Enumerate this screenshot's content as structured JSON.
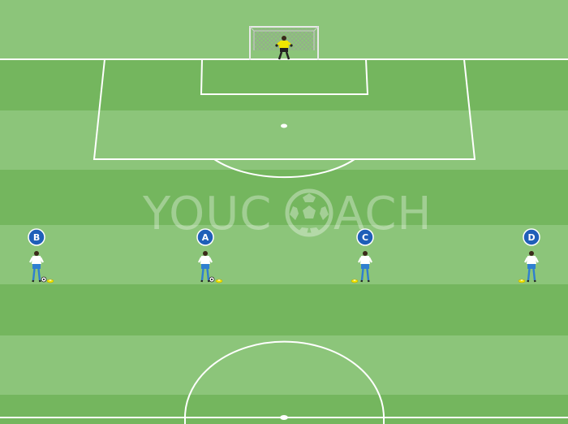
{
  "watermark": {
    "text_left": "YOUC",
    "text_right": "ACH"
  },
  "colors": {
    "grass_light": "#8cc57a",
    "grass_dark": "#74b65e",
    "lines": "#ffffff",
    "player_label_fill": "#1f5fb8",
    "cone": "#f2e600",
    "goalkeeper_shirt": "#f0e600",
    "player_shirt": "#ffffff",
    "player_shorts": "#2f7fd0"
  },
  "players": [
    {
      "label": "B",
      "has_ball": true
    },
    {
      "label": "A",
      "has_ball": true
    },
    {
      "label": "C",
      "has_ball": false
    },
    {
      "label": "D",
      "has_ball": false
    }
  ],
  "goalkeeper": {
    "icon": "goalkeeper-icon"
  },
  "goal": {
    "icon": "goal-net-icon"
  }
}
